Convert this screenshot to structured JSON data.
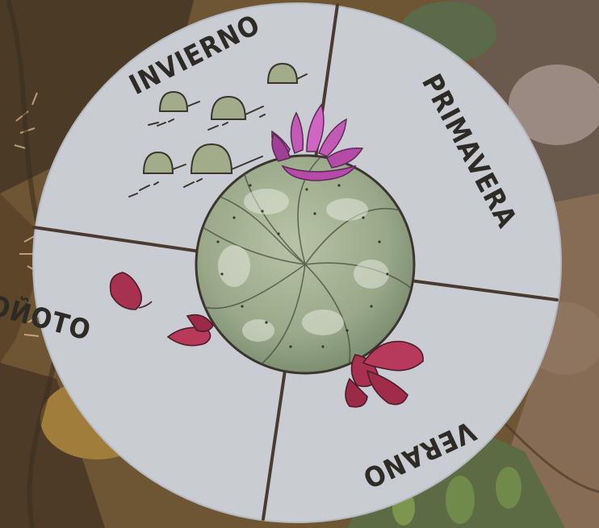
{
  "seasons": {
    "winter": "INVIERNO",
    "spring": "PRIMAVERA",
    "summer": "VERANO",
    "autumn": "OTOÑO"
  },
  "colors": {
    "disc": "#cdd0d6",
    "divider": "#4a3b30",
    "cactus_body": "#9fae8f",
    "flower_spring": "#c25bb5",
    "fruit_summer": "#a8314f",
    "background": "#6b5230"
  },
  "icons": [
    "cactus-icon",
    "pink-flower-icon",
    "red-fruit-icon",
    "snow-mound-icon",
    "fallen-petal-icon"
  ]
}
